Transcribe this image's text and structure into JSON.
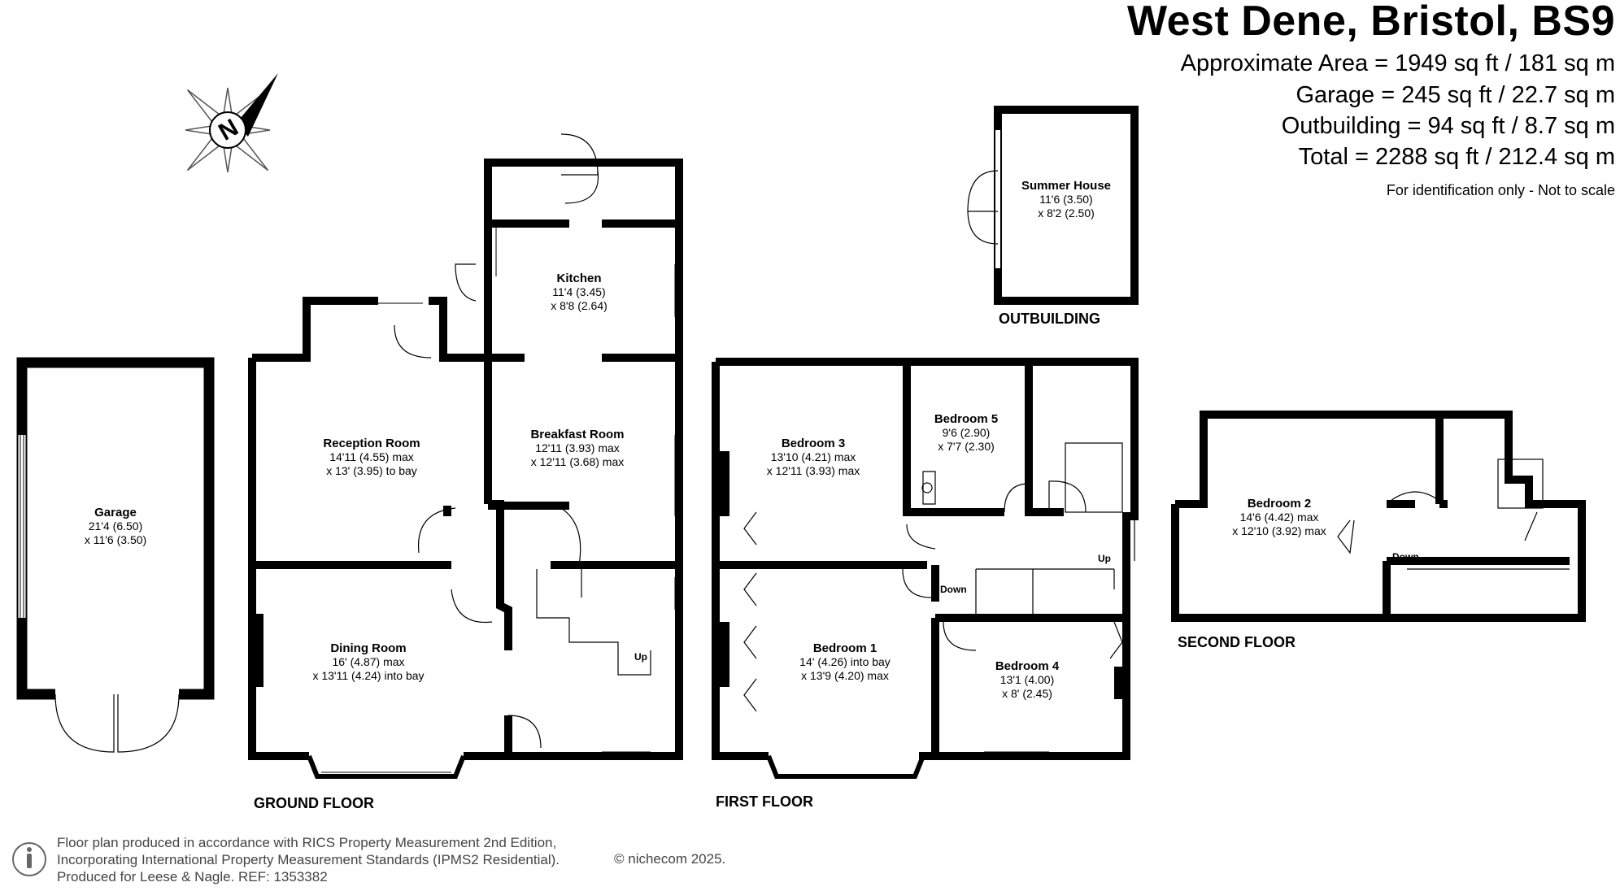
{
  "header": {
    "title": "West Dene, Bristol, BS9",
    "areas": [
      "Approximate Area = 1949 sq ft / 181 sq m",
      "Garage = 245 sq ft / 22.7 sq m",
      "Outbuilding = 94 sq ft / 8.7 sq m",
      "Total = 2288 sq ft / 212.4 sq m"
    ],
    "disclaimer": "For identification only - Not to scale"
  },
  "floors": {
    "ground": "GROUND FLOOR",
    "first": "FIRST FLOOR",
    "second": "SECOND FLOOR",
    "outbuilding": "OUTBUILDING"
  },
  "rooms": {
    "garage": {
      "name": "Garage",
      "dim1": "21'4 (6.50)",
      "dim2": "x 11'6 (3.50)"
    },
    "reception": {
      "name": "Reception Room",
      "dim1": "14'11 (4.55) max",
      "dim2": "x 13' (3.95) to bay"
    },
    "kitchen": {
      "name": "Kitchen",
      "dim1": "11'4 (3.45)",
      "dim2": "x 8'8 (2.64)"
    },
    "breakfast": {
      "name": "Breakfast Room",
      "dim1": "12'11 (3.93) max",
      "dim2": "x 12'11 (3.68) max"
    },
    "dining": {
      "name": "Dining Room",
      "dim1": "16' (4.87) max",
      "dim2": "x 13'11 (4.24) into bay"
    },
    "summer": {
      "name": "Summer House",
      "dim1": "11'6 (3.50)",
      "dim2": "x 8'2 (2.50)"
    },
    "bedroom3": {
      "name": "Bedroom 3",
      "dim1": "13'10 (4.21) max",
      "dim2": "x 12'11 (3.93) max"
    },
    "bedroom5": {
      "name": "Bedroom 5",
      "dim1": "9'6 (2.90)",
      "dim2": "x 7'7 (2.30)"
    },
    "bedroom1": {
      "name": "Bedroom 1",
      "dim1": "14' (4.26) into bay",
      "dim2": "x 13'9 (4.20) max"
    },
    "bedroom4": {
      "name": "Bedroom 4",
      "dim1": "13'1 (4.00)",
      "dim2": "x 8' (2.45)"
    },
    "bedroom2": {
      "name": "Bedroom 2",
      "dim1": "14'6 (4.42) max",
      "dim2": "x 12'10 (3.92) max"
    }
  },
  "stairs": {
    "ground_up": "Up",
    "first_up": "Up",
    "first_down": "Down",
    "second_down": "Down"
  },
  "footer": {
    "line1": "Floor plan produced in accordance with RICS Property Measurement 2nd Edition,",
    "line2": "Incorporating International Property Measurement Standards (IPMS2 Residential).",
    "line3": "Produced for Leese & Nagle.   REF: 1353382",
    "copyright": "© nichecom 2025."
  },
  "icons": {
    "compass": "north-compass-icon",
    "person": "person-scale-icon",
    "compass_letter": "N"
  }
}
